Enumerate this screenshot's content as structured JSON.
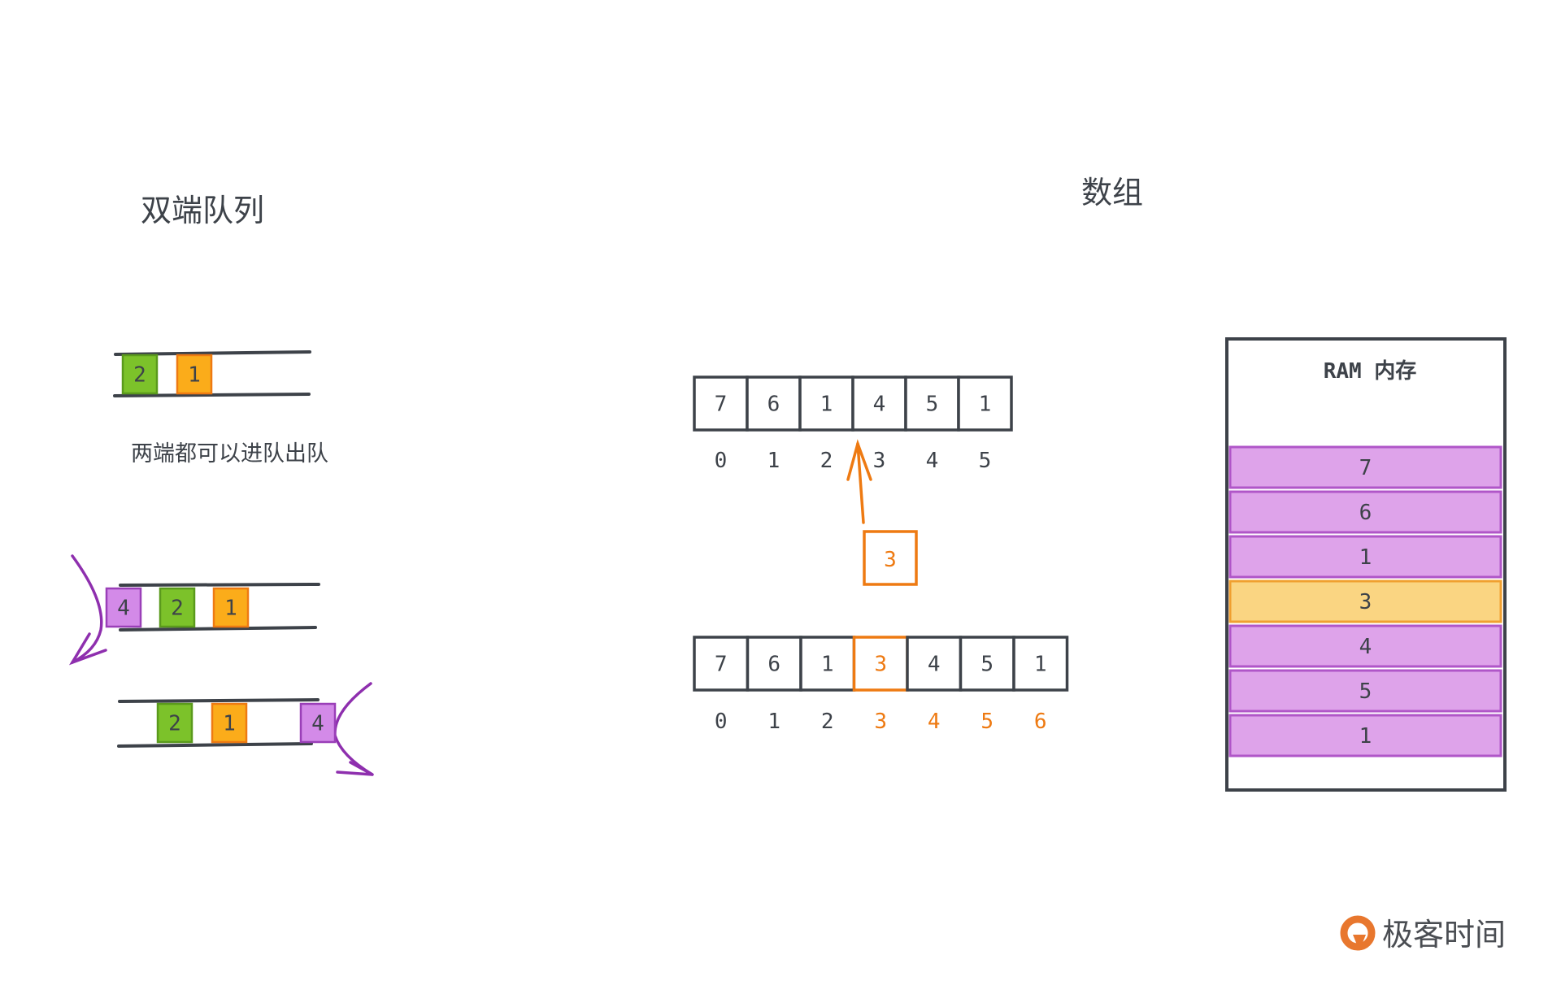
{
  "titles": {
    "deque": "双端队列",
    "array": "数组",
    "deque_caption": "两端都可以进队出队",
    "ram": "RAM 内存"
  },
  "deque": {
    "initial": [
      "2",
      "1"
    ],
    "push_front": [
      "4",
      "2",
      "1"
    ],
    "push_back": [
      "2",
      "1",
      "4"
    ]
  },
  "array": {
    "before": {
      "values": [
        "7",
        "6",
        "1",
        "4",
        "5",
        "1"
      ],
      "indices": [
        "0",
        "1",
        "2",
        "3",
        "4",
        "5"
      ]
    },
    "insert_value": "3",
    "after": {
      "values": [
        "7",
        "6",
        "1",
        "3",
        "4",
        "5",
        "1"
      ],
      "indices": [
        "0",
        "1",
        "2",
        "3",
        "4",
        "5",
        "6"
      ],
      "highlight_from": 3
    }
  },
  "ram": {
    "rows": [
      "7",
      "6",
      "1",
      "3",
      "4",
      "5",
      "1"
    ],
    "highlight_index": 3
  },
  "logo": {
    "text": "极客时间"
  },
  "colors": {
    "ink": "#3d4249",
    "green": "#7cc22a",
    "orange": "#fbac1a",
    "orange_stroke": "#ee7a12",
    "purple": "#d38ae8",
    "purple_stroke": "#9a3fb8",
    "ram_purple": "#dea3ea",
    "ram_yellow": "#fad582"
  }
}
